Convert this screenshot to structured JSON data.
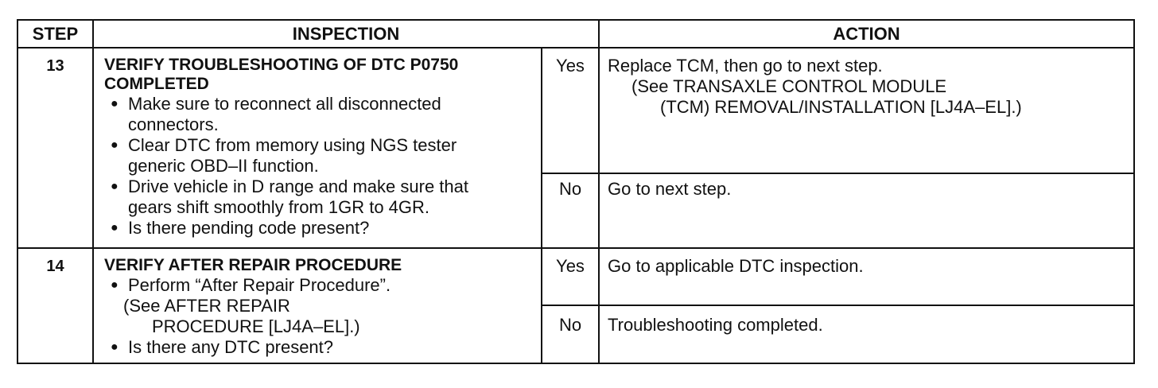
{
  "headers": {
    "step": "STEP",
    "inspection": "INSPECTION",
    "action": "ACTION"
  },
  "rows": [
    {
      "step": "13",
      "title_line1": "VERIFY TROUBLESHOOTING OF DTC P0750",
      "title_line2": "COMPLETED",
      "bullets": [
        {
          "l1": "Make sure to reconnect all disconnected",
          "l2": "connectors."
        },
        {
          "l1": "Clear DTC from memory using NGS tester",
          "l2": "generic OBD–II function."
        },
        {
          "l1": "Drive vehicle in D range and make sure that",
          "l2": "gears shift smoothly from 1GR to 4GR."
        },
        {
          "l1": "Is there pending code present?",
          "l2": ""
        }
      ],
      "yes": {
        "label": "Yes",
        "l1": "Replace TCM, then go to next step.",
        "l2": "(See TRANSAXLE CONTROL MODULE",
        "l3": "(TCM) REMOVAL/INSTALLATION [LJ4A–EL].)"
      },
      "no": {
        "label": "No",
        "l1": "Go to next step."
      }
    },
    {
      "step": "14",
      "title_line1": "VERIFY AFTER REPAIR PROCEDURE",
      "bullet1": "Perform “After Repair Procedure”.",
      "see1": "(See AFTER REPAIR",
      "see2": "PROCEDURE [LJ4A–EL].)",
      "bullet2": "Is there any DTC present?",
      "yes": {
        "label": "Yes",
        "l1": "Go to applicable DTC inspection."
      },
      "no": {
        "label": "No",
        "l1": "Troubleshooting completed."
      }
    }
  ]
}
